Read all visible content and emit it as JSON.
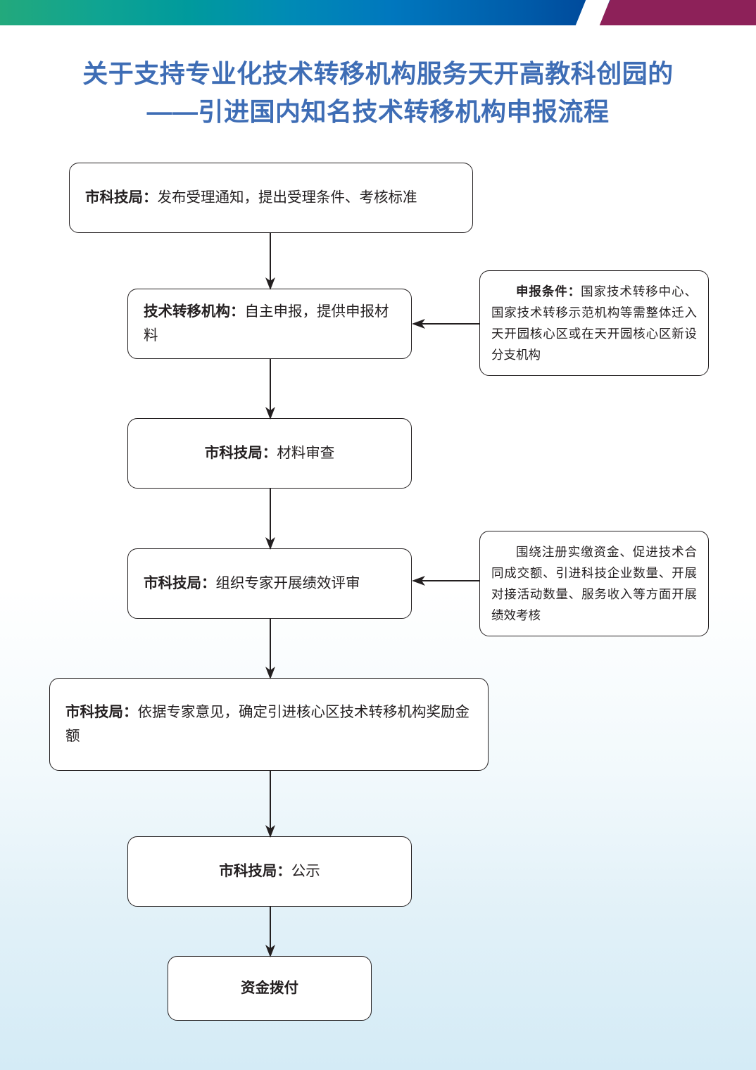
{
  "header": {
    "colors": {
      "gradient_start": "#23a97c",
      "gradient_mid": "#0077be",
      "gradient_end": "#002a7c",
      "accent_magenta": "#8d2159",
      "title_blue": "#3e6db5",
      "stroke": "#231f20",
      "page_bottom_tint": "#d4ebf6"
    }
  },
  "title": {
    "line1": "关于支持专业化技术转移机构服务天开高教科创园的",
    "line2": "——引进国内知名技术转移机构申报流程"
  },
  "chart_data": {
    "type": "diagram",
    "diagram_kind": "flowchart",
    "title": "关于支持专业化技术转移机构服务天开高教科创园的——引进国内知名技术转移机构申报流程",
    "orientation": "top-to-bottom",
    "nodes": [
      {
        "id": "n1",
        "lead": "市科技局：",
        "body": "发布受理通知，提出受理条件、考核标准",
        "align": "left",
        "bold_all": false
      },
      {
        "id": "n2",
        "lead": "技术转移机构：",
        "body": "自主申报，提供申报材料",
        "align": "left",
        "bold_all": false
      },
      {
        "id": "n3",
        "lead": "市科技局：",
        "body": "材料审查",
        "align": "center",
        "bold_all": false
      },
      {
        "id": "n4",
        "lead": "市科技局：",
        "body": "组织专家开展绩效评审",
        "align": "left",
        "bold_all": false
      },
      {
        "id": "n5",
        "lead": "市科技局：",
        "body": "依据专家意见，确定引进核心区技术转移机构奖励金额",
        "align": "left",
        "bold_all": false
      },
      {
        "id": "n6",
        "lead": "市科技局：",
        "body": "公示",
        "align": "center",
        "bold_all": false
      },
      {
        "id": "n7",
        "lead": "",
        "body": "资金拨付",
        "align": "center",
        "bold_all": true
      }
    ],
    "notes": [
      {
        "id": "note1",
        "lead": "申报条件：",
        "body": "国家技术转移中心、国家技术转移示范机构等需整体迁入天开园核心区或在天开园核心区新设分支机构",
        "attaches_to": "n2"
      },
      {
        "id": "note2",
        "lead": "",
        "body": "围绕注册实缴资金、促进技术合同成交额、引进科技企业数量、开展对接活动数量、服务收入等方面开展绩效考核",
        "attaches_to": "n4"
      }
    ],
    "edges": [
      {
        "from": "n1",
        "to": "n2",
        "direction": "down"
      },
      {
        "from": "n2",
        "to": "n3",
        "direction": "down"
      },
      {
        "from": "n3",
        "to": "n4",
        "direction": "down"
      },
      {
        "from": "n4",
        "to": "n5",
        "direction": "down"
      },
      {
        "from": "n5",
        "to": "n6",
        "direction": "down"
      },
      {
        "from": "n6",
        "to": "n7",
        "direction": "down"
      },
      {
        "from": "note1",
        "to": "n2",
        "direction": "left"
      },
      {
        "from": "note2",
        "to": "n4",
        "direction": "left"
      }
    ]
  }
}
